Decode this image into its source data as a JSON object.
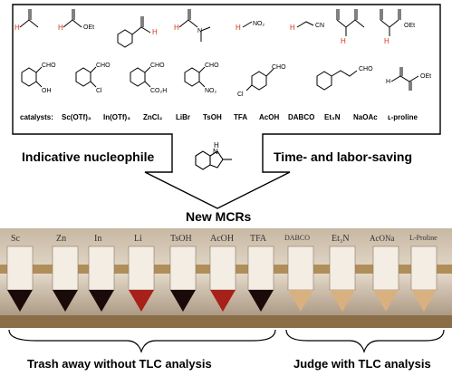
{
  "catalysts_prefix": "catalysts:",
  "catalysts": [
    "Sc(OTf)₃",
    "In(OTf)₃",
    "ZnCl₂",
    "LiBr",
    "TsOH",
    "TFA",
    "AcOH",
    "DABCO",
    "Et₃N",
    "NaOAc",
    "ʟ-proline"
  ],
  "labels": {
    "indicative": "Indicative nucleophile",
    "time_saving": "Time- and labor-saving",
    "new_mcrs": "New MCRs",
    "trash": "Trash away without TLC analysis",
    "judge": "Judge with TLC analysis"
  },
  "structure_text": {
    "oet": "OEt",
    "no2": "NO₂",
    "cn": "CN",
    "cho": "CHO",
    "oh": "OH",
    "cl": "Cl",
    "co2h": "CO₂H",
    "h": "H",
    "n": "N",
    "nh": "H"
  },
  "tube_labels": [
    "Sc",
    "Zn",
    "In",
    "Li",
    "TsOH",
    "AcOH",
    "TFA",
    "DABCO",
    "Et₃N",
    "AcONa",
    "L-Proline"
  ],
  "colors": {
    "highlight_h": "#d4351c",
    "dark_solution": "#1a0a0a",
    "red_solution": "#a8201a",
    "clear_solution": "#d9b080"
  }
}
